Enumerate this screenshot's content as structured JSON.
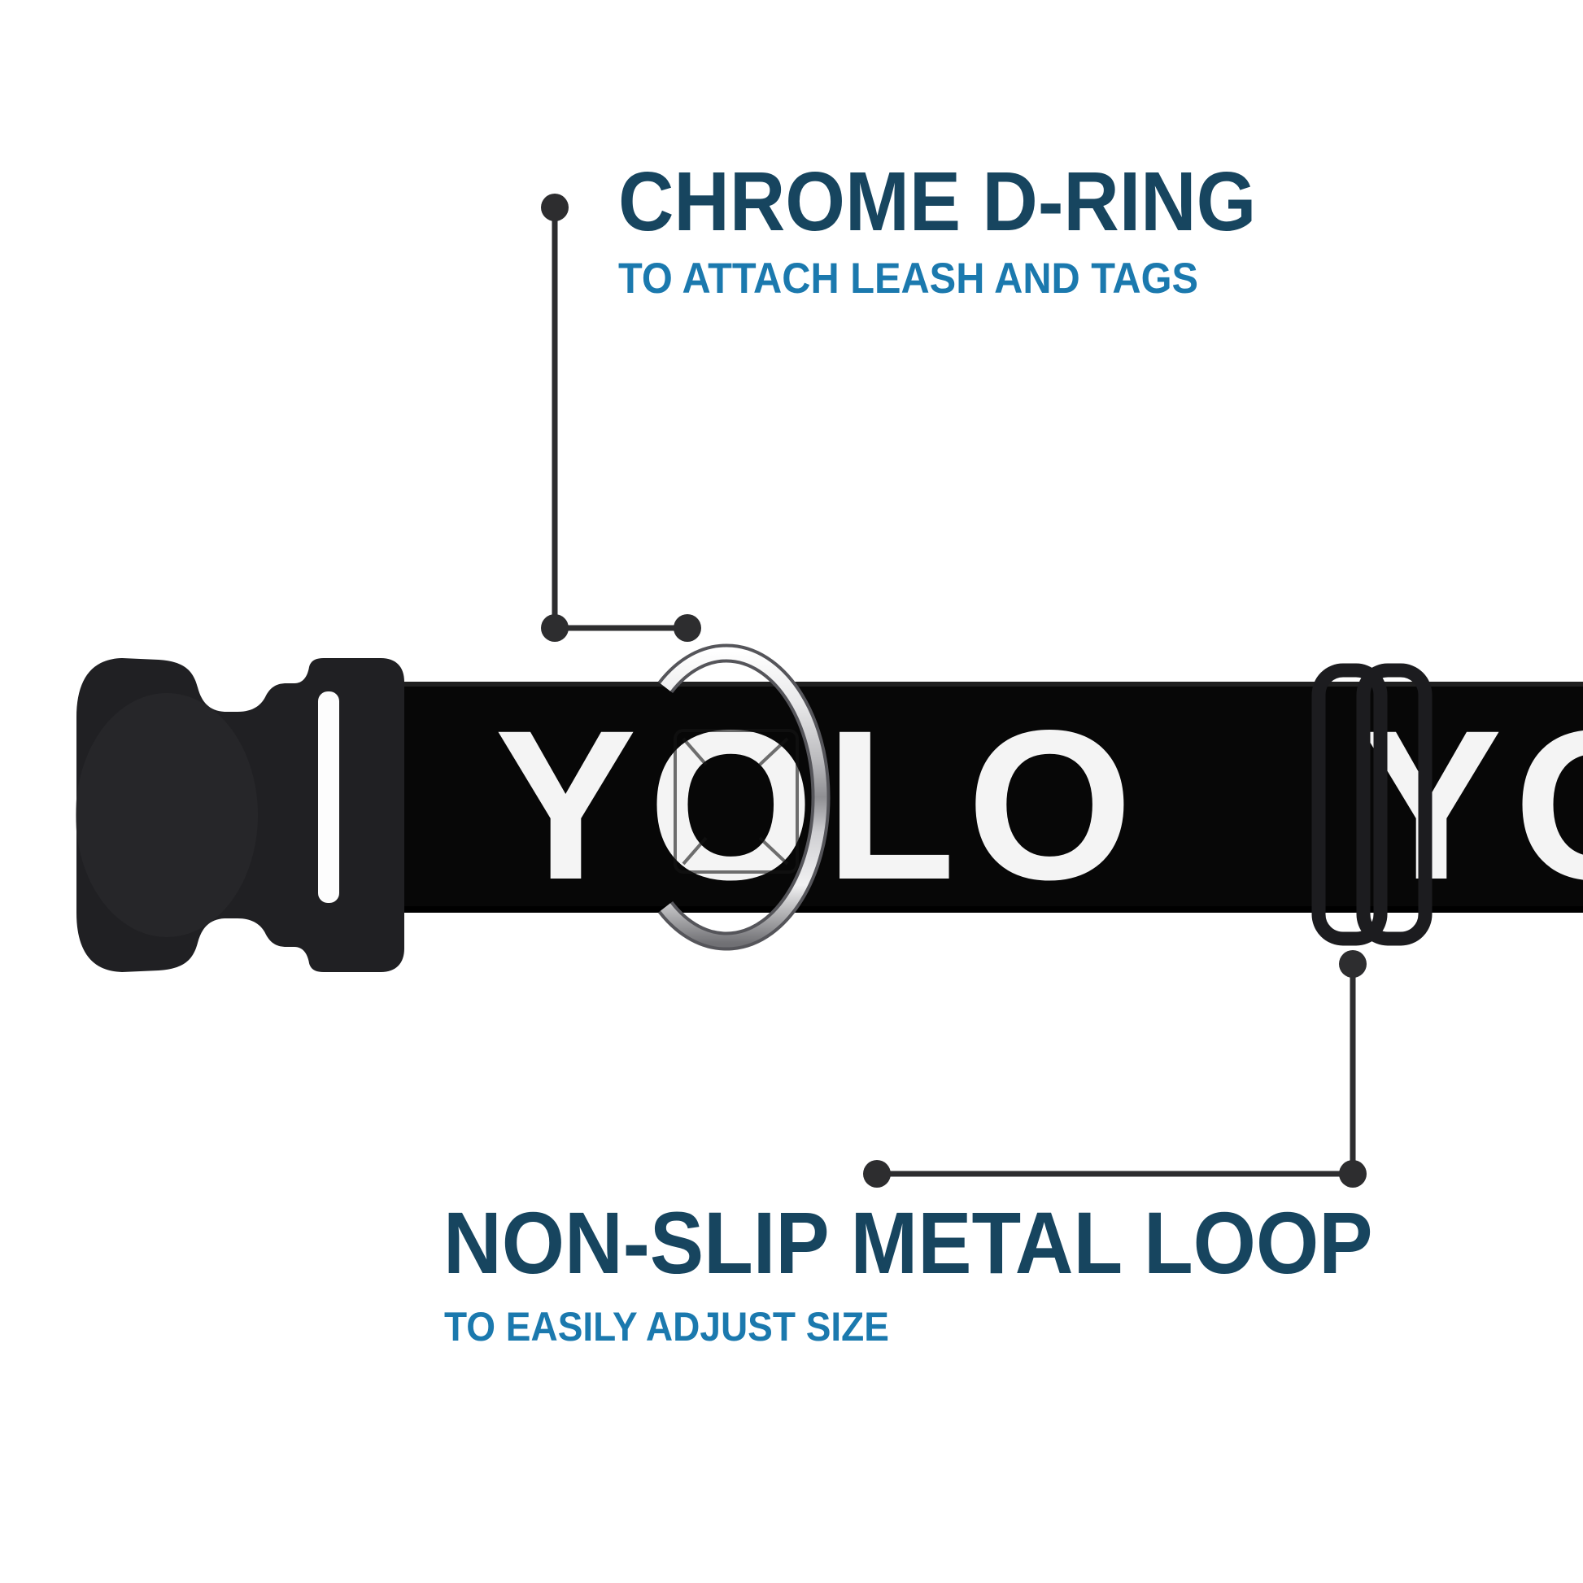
{
  "callouts": {
    "top": {
      "title": "CHROME D-RING",
      "subtitle": "TO ATTACH LEASH AND TAGS"
    },
    "bottom": {
      "title": "NON-SLIP METAL LOOP",
      "subtitle": "TO EASILY ADJUST SIZE"
    }
  },
  "collar": {
    "print_text": "YOLO"
  },
  "colors": {
    "heading": "#17455f",
    "subheading": "#1b79ae",
    "callout_line": "#2d2d2f",
    "strap": "#070707",
    "letters": "#f4f4f4",
    "chrome_light": "#f1f1f2",
    "chrome_dark": "#707074",
    "hardware_black": "#1e1e21"
  }
}
